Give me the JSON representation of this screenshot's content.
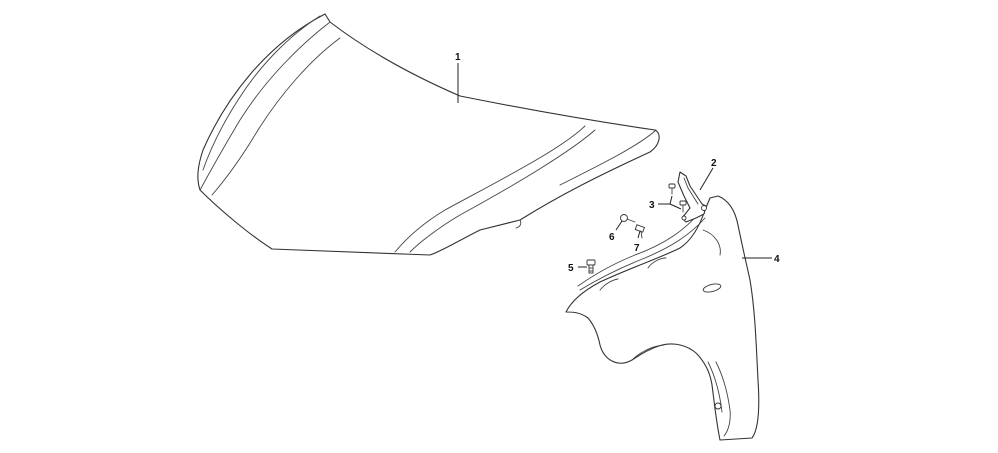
{
  "callouts": {
    "c1": "1",
    "c2": "2",
    "c3": "3",
    "c4": "4",
    "c5": "5",
    "c6": "6",
    "c7": "7"
  },
  "parts": {
    "p1": "hood-panel-icon",
    "p2": "hood-hinge-icon",
    "p3": "hinge-bolt-icon",
    "p4": "front-fender-icon",
    "p5": "fender-bolt-icon",
    "p6": "fender-screw-icon",
    "p7": "fender-clip-icon"
  }
}
